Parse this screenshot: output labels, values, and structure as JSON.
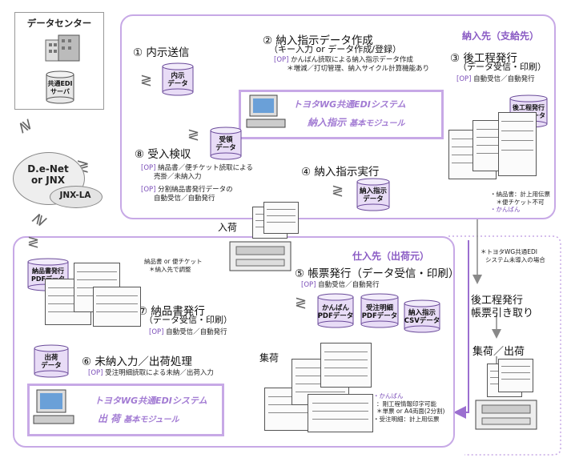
{
  "datacenter": {
    "title": "データセンター",
    "server_label": "共通EDI\nサーバ"
  },
  "network": {
    "main": "D.e-Net\nor JNX",
    "sub": "JNX-LA"
  },
  "supplier_top": {
    "title": "納入先（支給先）"
  },
  "supplier_bottom": {
    "title": "仕入先（出荷元）"
  },
  "steps": {
    "s1": "① 内示送信",
    "s2": "② 納入指示データ作成",
    "s2_sub": "（キー入力 or データ作成/登録）",
    "s3": "③ 後工程発行",
    "s3_sub": "（データ受信・印刷）",
    "s4": "④ 納入指示実行",
    "s5": "⑤ 帳票発行（データ受信・印刷）",
    "s6": "⑥ 未納入力／出荷処理",
    "s7": "⑦ 納品書発行",
    "s7_sub": "（データ受信・印刷）",
    "s8": "⑧ 受入検収"
  },
  "ops": {
    "s2_tag": "[OP]",
    "s2_text": "かんばん読取による納入指示データ作成",
    "s2_note": "＊増減／打切管理、納入サイクル計算機能あり",
    "s3_tag": "[OP]",
    "s3_text": "自動受信／自動発行",
    "s8a_tag": "[OP]",
    "s8a_text1": "納品書／便チケット読取による",
    "s8a_text2": "売掛／未納入力",
    "s8b_tag": "[OP]",
    "s8b_text1": "分割納品書発行データの",
    "s8b_text2": "自動受信／自動発行",
    "s5_tag": "[OP]",
    "s5_text": "自動受信／自動発行",
    "s7_tag": "[OP]",
    "s7_text": "自動受信／自動発行",
    "s6_tag": "[OP]",
    "s6_text": "受注明細読取による未納／出荷入力"
  },
  "cylinders": {
    "naiji": "内示\nデータ",
    "juryo": "受領\nデータ",
    "kouteihakkou": "後工程発行\nPDFデータ",
    "nounyushiji": "納入指示\nデータ",
    "nouhinsho": "納品書発行\nPDFデータ",
    "shukka": "出荷\nデータ",
    "kanban": "かんばん\nPDFデータ",
    "juchu": "受注明細\nPDFデータ",
    "csv": "納入指示\nCSVデータ"
  },
  "system_top": {
    "name": "トヨタWG共通EDIシステム",
    "module": "納入指示",
    "module_suffix": "基本モジュール"
  },
  "system_bottom": {
    "name": "トヨタWG共通EDIシステム",
    "module": "出 荷",
    "module_suffix": "基本モジュール"
  },
  "labels": {
    "arrival": "入荷",
    "collect": "集荷",
    "collect_ship": "集荷／出荷",
    "after_process_1": "後工程発行",
    "after_process_2": "帳票引き取り"
  },
  "notes": {
    "right_1": "・納品書：計上用伝票",
    "right_2": "　＊便チケット不可",
    "right_3": "・かんばん",
    "not_introduced_1": "＊トヨタWG共通EDI",
    "not_introduced_2": "システム未導入の場合",
    "delivery_1": "納品書 or 便チケット",
    "delivery_2": "＊納入先で調整",
    "bottom_1": "・かんばん",
    "bottom_2": "：剛工程情報印字可能",
    "bottom_3": "＊単票 or A4両面(2分割)",
    "bottom_4": "・受注明細：計上用伝票"
  }
}
